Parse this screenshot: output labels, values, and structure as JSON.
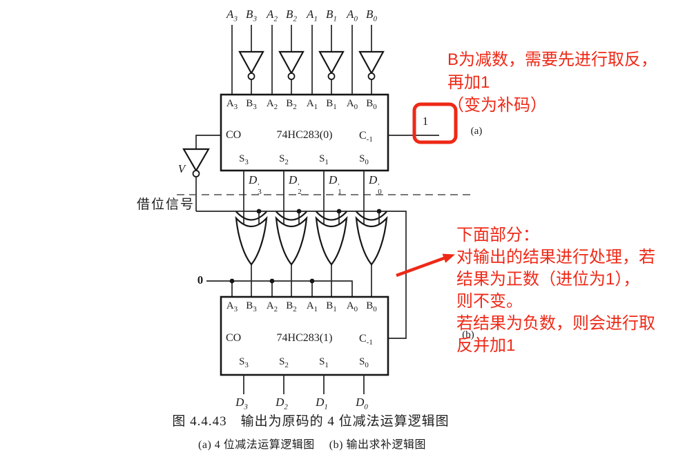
{
  "colors": {
    "red": "#ee2917",
    "ink": "#1d1d1d"
  },
  "annotations": {
    "note_top": {
      "lines": [
        "B为减数，需要先进行取反，",
        "再加1",
        "（变为补码）"
      ]
    },
    "note_bottom": {
      "lines": [
        "下面部分：",
        "对输出的结果进行处理，若",
        "结果为正数（进位为1），",
        "则不变。",
        "若结果为负数，则会进行取",
        "反并加1"
      ]
    }
  },
  "circuit": {
    "top_inputs": [
      {
        "base": "A",
        "sub": "3"
      },
      {
        "base": "B",
        "sub": "3"
      },
      {
        "base": "A",
        "sub": "2"
      },
      {
        "base": "B",
        "sub": "2"
      },
      {
        "base": "A",
        "sub": "1"
      },
      {
        "base": "B",
        "sub": "1"
      },
      {
        "base": "A",
        "sub": "0"
      },
      {
        "base": "B",
        "sub": "0"
      }
    ],
    "adder0": {
      "pins_top": [
        {
          "base": "A",
          "sub": "3"
        },
        {
          "base": "B",
          "sub": "3"
        },
        {
          "base": "A",
          "sub": "2"
        },
        {
          "base": "B",
          "sub": "2"
        },
        {
          "base": "A",
          "sub": "1"
        },
        {
          "base": "B",
          "sub": "1"
        },
        {
          "base": "A",
          "sub": "0"
        },
        {
          "base": "B",
          "sub": "0"
        }
      ],
      "co": "CO",
      "name": "74HC283(0)",
      "cin": {
        "base": "C",
        "sub": "-1"
      },
      "sums": [
        {
          "base": "S",
          "sub": "3"
        },
        {
          "base": "S",
          "sub": "2"
        },
        {
          "base": "S",
          "sub": "1"
        },
        {
          "base": "S",
          "sub": "0"
        }
      ]
    },
    "adder1": {
      "pins_top": [
        {
          "base": "A",
          "sub": "3"
        },
        {
          "base": "B",
          "sub": "3"
        },
        {
          "base": "A",
          "sub": "2"
        },
        {
          "base": "B",
          "sub": "2"
        },
        {
          "base": "A",
          "sub": "1"
        },
        {
          "base": "B",
          "sub": "1"
        },
        {
          "base": "A",
          "sub": "0"
        },
        {
          "base": "B",
          "sub": "0"
        }
      ],
      "co": "CO",
      "name": "74HC283(1)",
      "cin": {
        "base": "C",
        "sub": "-1"
      },
      "sums": [
        {
          "base": "S",
          "sub": "3"
        },
        {
          "base": "S",
          "sub": "2"
        },
        {
          "base": "S",
          "sub": "1"
        },
        {
          "base": "S",
          "sub": "0"
        }
      ]
    },
    "d_prime": [
      {
        "base": "D",
        "prime": "′",
        "sub": "3"
      },
      {
        "base": "D",
        "prime": "′",
        "sub": "2"
      },
      {
        "base": "D",
        "prime": "′",
        "sub": "1"
      },
      {
        "base": "D",
        "prime": "′",
        "sub": "0"
      }
    ],
    "d_out": [
      {
        "base": "D",
        "sub": "3"
      },
      {
        "base": "D",
        "sub": "2"
      },
      {
        "base": "D",
        "sub": "1"
      },
      {
        "base": "D",
        "sub": "0"
      }
    ],
    "const_one": "1",
    "const_zero": "0",
    "v_label": "V",
    "borrow_label": "借位信号",
    "sub_a": "(a)",
    "sub_b": "(b)"
  },
  "caption": {
    "line1": "图 4.4.43　输出为原码的 4 位减法运算逻辑图",
    "line2": "(a) 4 位减法运算逻辑图　 (b) 输出求补逻辑图"
  }
}
